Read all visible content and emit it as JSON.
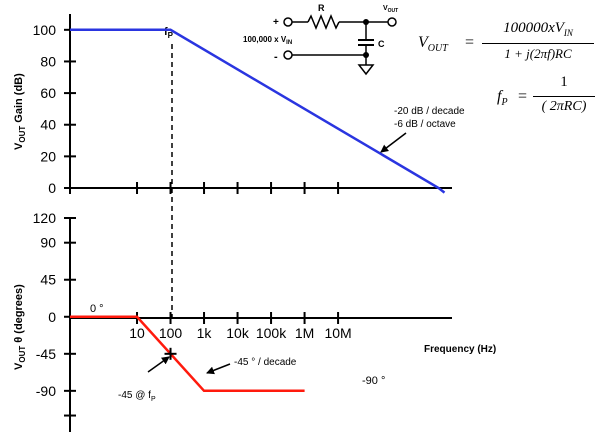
{
  "chart_data": [
    {
      "type": "line",
      "name": "gain",
      "ylabel": "VOUT Gain (dB)",
      "ylabel_main": "V",
      "ylabel_sub": "OUT",
      "ylabel_rest": " Gain (dB)",
      "yticks": [
        0,
        20,
        40,
        60,
        80,
        100
      ],
      "ylim": [
        0,
        110
      ],
      "x_log_range": [
        -1,
        10.4
      ],
      "series": [
        {
          "color": "#2a35e0",
          "x": [
            0.1,
            100,
            10000000000,
            15000000000
          ],
          "y": [
            100,
            100,
            0,
            -2.9
          ]
        }
      ],
      "fp_label_main": "f",
      "fp_label_sub": "P",
      "annotation_line1": "-20 dB / decade",
      "annotation_line2": "-6 dB / octave"
    },
    {
      "type": "line",
      "name": "phase",
      "ylabel": "VOUT θ (degrees)",
      "ylabel_main": "V",
      "ylabel_sub": "OUT",
      "ylabel_rest": " θ (degrees)",
      "yticks": [
        120,
        90,
        45,
        0,
        -45,
        -90
      ],
      "ylim": [
        -140,
        120
      ],
      "xlabel": "Frequency (Hz)",
      "xtick_labels": [
        "10",
        "100",
        "1k",
        "10k",
        "100k",
        "1M",
        "10M"
      ],
      "xtick_values": [
        10,
        100,
        1000,
        10000,
        100000,
        1000000,
        10000000
      ],
      "series": [
        {
          "color": "#ff1a0d",
          "x": [
            0.1,
            10,
            1000,
            1000000
          ],
          "y": [
            0,
            0,
            -90,
            -90
          ]
        }
      ],
      "label_zero": "0 °",
      "label_minus90": "-90 °",
      "label_decade": "-45 ° / decade",
      "label_fp_main": "-45 @ f",
      "label_fp_sub": "P",
      "marker": {
        "x": 100,
        "y": -45
      }
    }
  ],
  "circuit": {
    "plus": "+",
    "minus": "-",
    "source_label_main": "100,000 x V",
    "source_label_sub": "IN",
    "r_label": "R",
    "c_label": "C",
    "vout_main": "V",
    "vout_sub": "OUT"
  },
  "equations": {
    "vout_lhs_main": "V",
    "vout_lhs_sub": "OUT",
    "vout_eq": "=",
    "vout_num_main": "100000xV",
    "vout_num_sub": "IN",
    "vout_den": "1 + j(2πf)RC",
    "fp_lhs_main": "f",
    "fp_lhs_sub": "P",
    "fp_eq": "=",
    "fp_num": "1",
    "fp_den": "( 2πRC)"
  }
}
